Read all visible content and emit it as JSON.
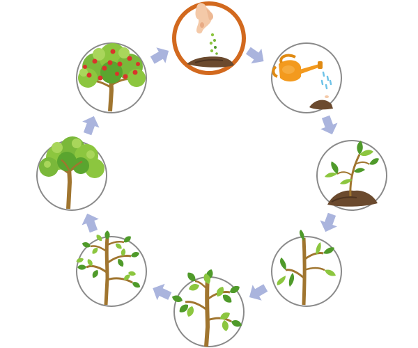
{
  "diagram": {
    "type": "cycle",
    "stages": [
      {
        "id": "sowing-seeds",
        "icon": "hand-sowing-seeds-icon",
        "highlighted": true
      },
      {
        "id": "watering",
        "icon": "watering-can-icon",
        "highlighted": false
      },
      {
        "id": "seedling",
        "icon": "seedling-icon",
        "highlighted": false
      },
      {
        "id": "young-sapling",
        "icon": "young-sapling-icon",
        "highlighted": false
      },
      {
        "id": "small-tree",
        "icon": "small-tree-icon",
        "highlighted": false
      },
      {
        "id": "growing-tree",
        "icon": "growing-tree-icon",
        "highlighted": false
      },
      {
        "id": "mature-tree",
        "icon": "mature-tree-icon",
        "highlighted": false
      },
      {
        "id": "fruit-bearing-tree",
        "icon": "fruit-tree-icon",
        "highlighted": false
      }
    ],
    "arrows": 8,
    "colors": {
      "circle_border": "#8a8a8a",
      "highlight_border": "#d2691e",
      "arrow": "#aab4dd",
      "trunk": "#a0752f",
      "leaf_light": "#8cc63f",
      "leaf_dark": "#4f9a2a",
      "fruit": "#d9342b",
      "soil": "#6b4a2e",
      "water_can": "#f39a1e",
      "water_drop": "#6fc3e8"
    }
  }
}
